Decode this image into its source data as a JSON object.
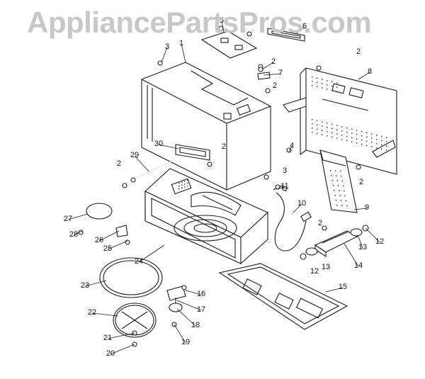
{
  "watermark": "AppliancePartsPros.com",
  "diagram_title": "",
  "callouts": [
    "1",
    "2",
    "3",
    "4",
    "5",
    "6",
    "7",
    "8",
    "9",
    "10",
    "11",
    "12",
    "13",
    "14",
    "15",
    "16",
    "17",
    "18",
    "19",
    "20",
    "21",
    "22",
    "23",
    "24",
    "25",
    "26",
    "27",
    "28",
    "29",
    "30"
  ]
}
